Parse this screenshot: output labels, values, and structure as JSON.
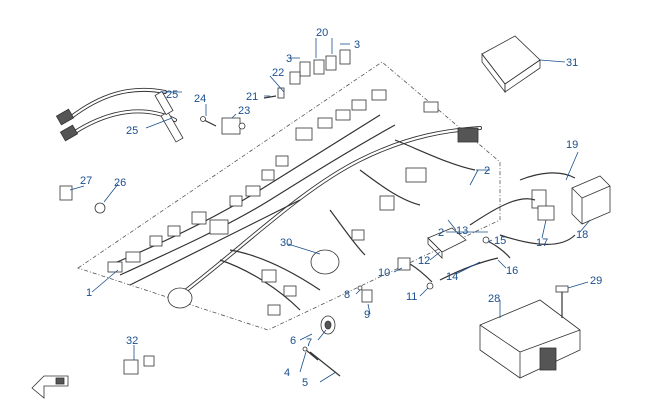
{
  "diagram": {
    "callouts": [
      {
        "id": "c1",
        "text": "1"
      },
      {
        "id": "c2a",
        "text": "2"
      },
      {
        "id": "c2b",
        "text": "2"
      },
      {
        "id": "c3a",
        "text": "3"
      },
      {
        "id": "c3b",
        "text": "3"
      },
      {
        "id": "c4",
        "text": "4"
      },
      {
        "id": "c5",
        "text": "5"
      },
      {
        "id": "c6",
        "text": "6"
      },
      {
        "id": "c7",
        "text": "7"
      },
      {
        "id": "c8",
        "text": "8"
      },
      {
        "id": "c9",
        "text": "9"
      },
      {
        "id": "c10",
        "text": "10"
      },
      {
        "id": "c11",
        "text": "11"
      },
      {
        "id": "c12",
        "text": "12"
      },
      {
        "id": "c13",
        "text": "13"
      },
      {
        "id": "c14",
        "text": "14"
      },
      {
        "id": "c15",
        "text": "15"
      },
      {
        "id": "c16",
        "text": "16"
      },
      {
        "id": "c17",
        "text": "17"
      },
      {
        "id": "c18",
        "text": "18"
      },
      {
        "id": "c19",
        "text": "19"
      },
      {
        "id": "c20",
        "text": "20"
      },
      {
        "id": "c21",
        "text": "21"
      },
      {
        "id": "c22",
        "text": "22"
      },
      {
        "id": "c23",
        "text": "23"
      },
      {
        "id": "c24",
        "text": "24"
      },
      {
        "id": "c25a",
        "text": "25"
      },
      {
        "id": "c25b",
        "text": "25"
      },
      {
        "id": "c26",
        "text": "26"
      },
      {
        "id": "c27",
        "text": "27"
      },
      {
        "id": "c28",
        "text": "28"
      },
      {
        "id": "c29",
        "text": "29"
      },
      {
        "id": "c30",
        "text": "30"
      },
      {
        "id": "c31",
        "text": "31"
      },
      {
        "id": "c32",
        "text": "32"
      }
    ]
  }
}
